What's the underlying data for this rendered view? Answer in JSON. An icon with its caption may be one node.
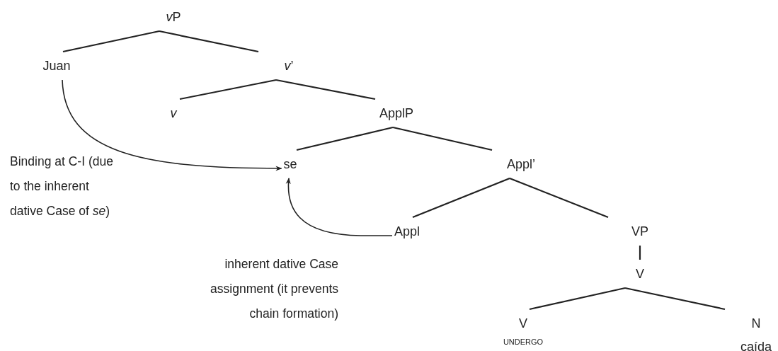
{
  "diagram": {
    "nodes": [
      {
        "text": [
          "vP"
        ]
      },
      {
        "text": [
          "Juan"
        ]
      },
      {
        "text": [
          "*v*’"
        ]
      },
      {
        "text": [
          "*v*"
        ]
      },
      {
        "text": [
          "ApplP"
        ]
      },
      {
        "text": [
          "se"
        ]
      },
      {
        "text": [
          "Appl’"
        ]
      },
      {
        "text": [
          "Appl"
        ]
      },
      {
        "text": [
          "VP"
        ]
      },
      {
        "text": [
          "V"
        ]
      },
      {
        "text": [
          "V"
        ],
        "beside": [
          "UNDERGO"
        ]
      },
      {
        "text": [
          "N"
        ],
        "beside": [
          "caída"
        ]
      }
    ],
    "edges": [
      {
        "from": 0,
        "to": 1,
        "arrow": "none"
      },
      {
        "from": 0,
        "to": 2,
        "arrow": "none"
      },
      {
        "from": 2,
        "to": 3,
        "arrow": "none"
      },
      {
        "from": 2,
        "to": 4,
        "arrow": "none"
      },
      {
        "from": 4,
        "to": 5,
        "arrow": "none"
      },
      {
        "from": 4,
        "to": 6,
        "arrow": "none"
      },
      {
        "from": 6,
        "to": 7,
        "arrow": "none"
      },
      {
        "from": 6,
        "to": 8,
        "arrow": "none"
      },
      {
        "from": 8,
        "to": 9,
        "arrow": "none"
      },
      {
        "from": 9,
        "to": 10,
        "arrow": "none"
      },
      {
        "from": 9,
        "to": 11,
        "arrow": "none"
      },
      {
        "from": 1,
        "to": 5,
        "arrow": "to"
      },
      {
        "from": 7,
        "to": 5,
        "arrow": "to"
      }
    ],
    "labels": [
      "Binding at C-I (due to the inherent dative Case of *se*)",
      "inherent dative Case assignment (it prevents chain formation)"
    ]
  }
}
